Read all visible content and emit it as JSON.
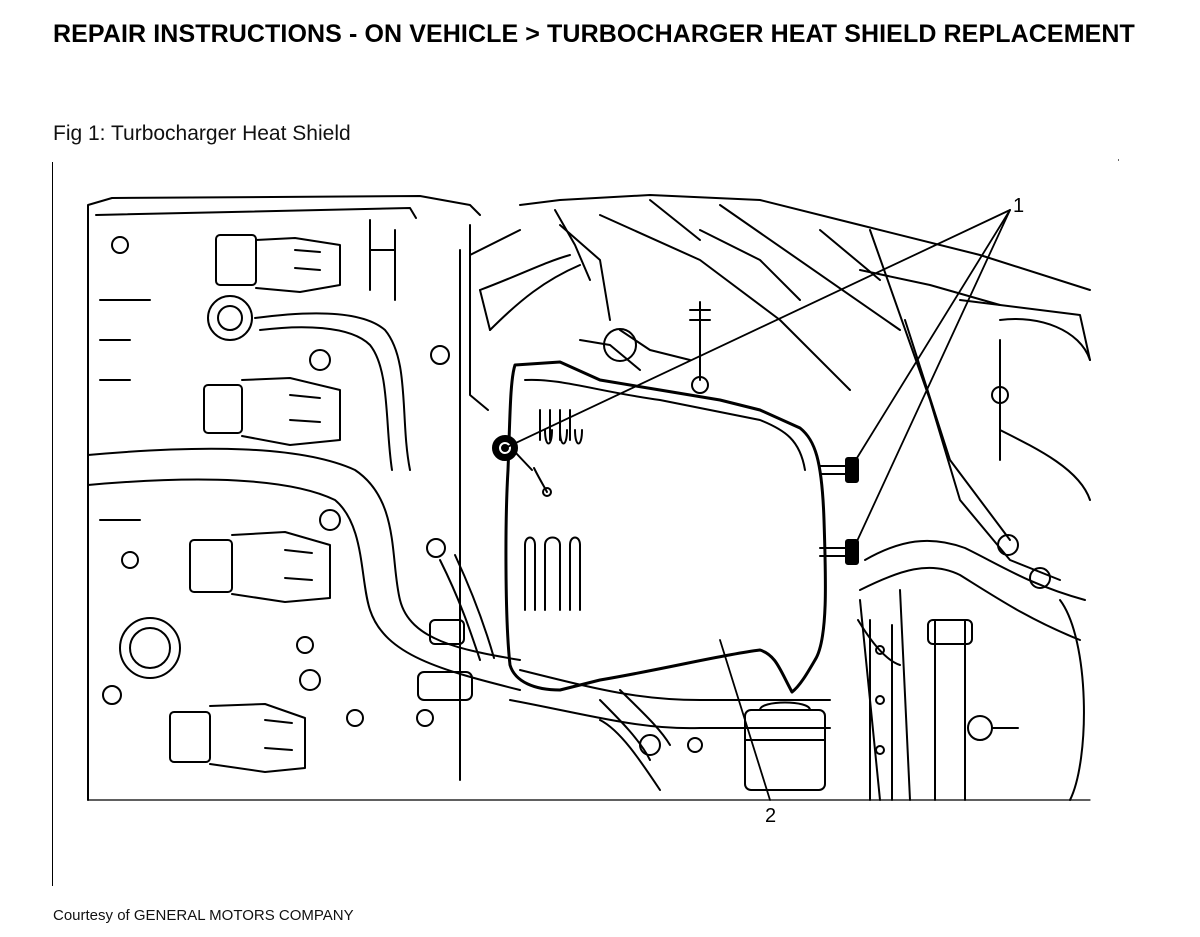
{
  "page": {
    "title": "REPAIR INSTRUCTIONS - ON VEHICLE > TURBOCHARGER HEAT SHIELD REPLACEMENT",
    "figure_caption": "Fig 1: Turbocharger Heat Shield",
    "courtesy": "Courtesy of GENERAL MOTORS COMPANY"
  },
  "figure": {
    "callouts": [
      "1",
      "2"
    ],
    "line_color": "#000000",
    "background_color": "#ffffff"
  }
}
